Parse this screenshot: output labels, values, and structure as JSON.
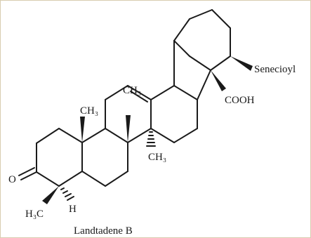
{
  "caption": "Landtadene B",
  "labels": {
    "sub_senecioyl": "Senecioyl",
    "sub_cooh": "COOH",
    "methyl_a": "CH₃",
    "methyl_b": "CH₃",
    "methyl_c": "CH₃",
    "methyl_d": "H₃C",
    "oxygen": "O",
    "hydrogen": "H"
  },
  "colors": {
    "ink": "#1a1a1a",
    "frame": "#d8cdb0"
  }
}
